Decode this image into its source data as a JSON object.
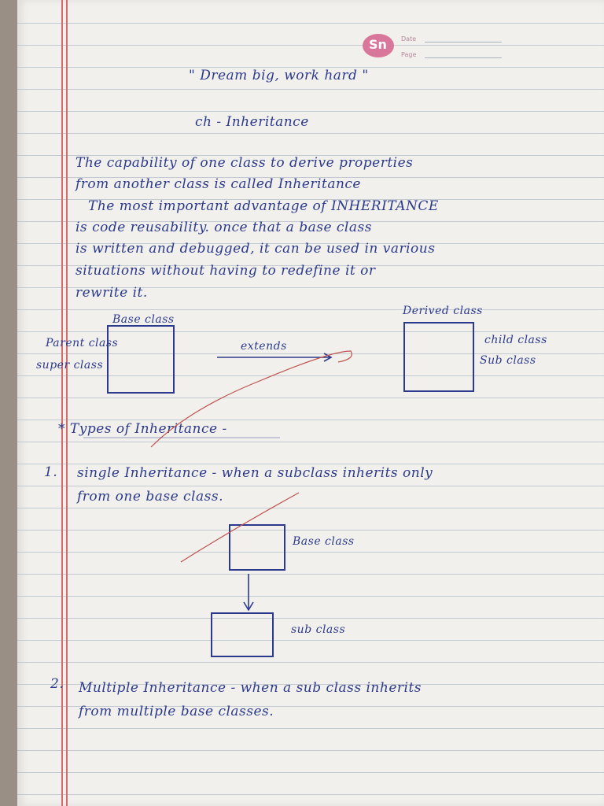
{
  "header": {
    "logo_text": "Sn",
    "date_label": "Date",
    "page_label": "Page"
  },
  "title": {
    "quote": "\" Dream big, work hard \"",
    "chapter": "ch - Inheritance"
  },
  "intro": [
    "The capability of one class to derive properties",
    "from another class is called Inheritance",
    "The most important advantage of INHERITANCE",
    "is code reusability. once that a base class",
    "is written and debugged, it can be used in various",
    "situations without having to redefine it or",
    "rewrite it."
  ],
  "diagram1": {
    "base_label": "Base class",
    "parent_label": "Parent class",
    "super_label": "super class",
    "extends_label": "extends",
    "derived_label": "Derived class",
    "child_label": "child class",
    "sub_label": "Sub class"
  },
  "types_heading": "* Types of Inheritance -",
  "single": {
    "number": "1.",
    "line1": "single Inheritance - when a subclass inherits only",
    "line2": "from one base class.",
    "base_label": "Base class",
    "sub_label": "sub class"
  },
  "multiple": {
    "number": "2.",
    "line1": "Multiple Inheritance - when a sub class inherits",
    "line2": "from multiple base classes."
  }
}
